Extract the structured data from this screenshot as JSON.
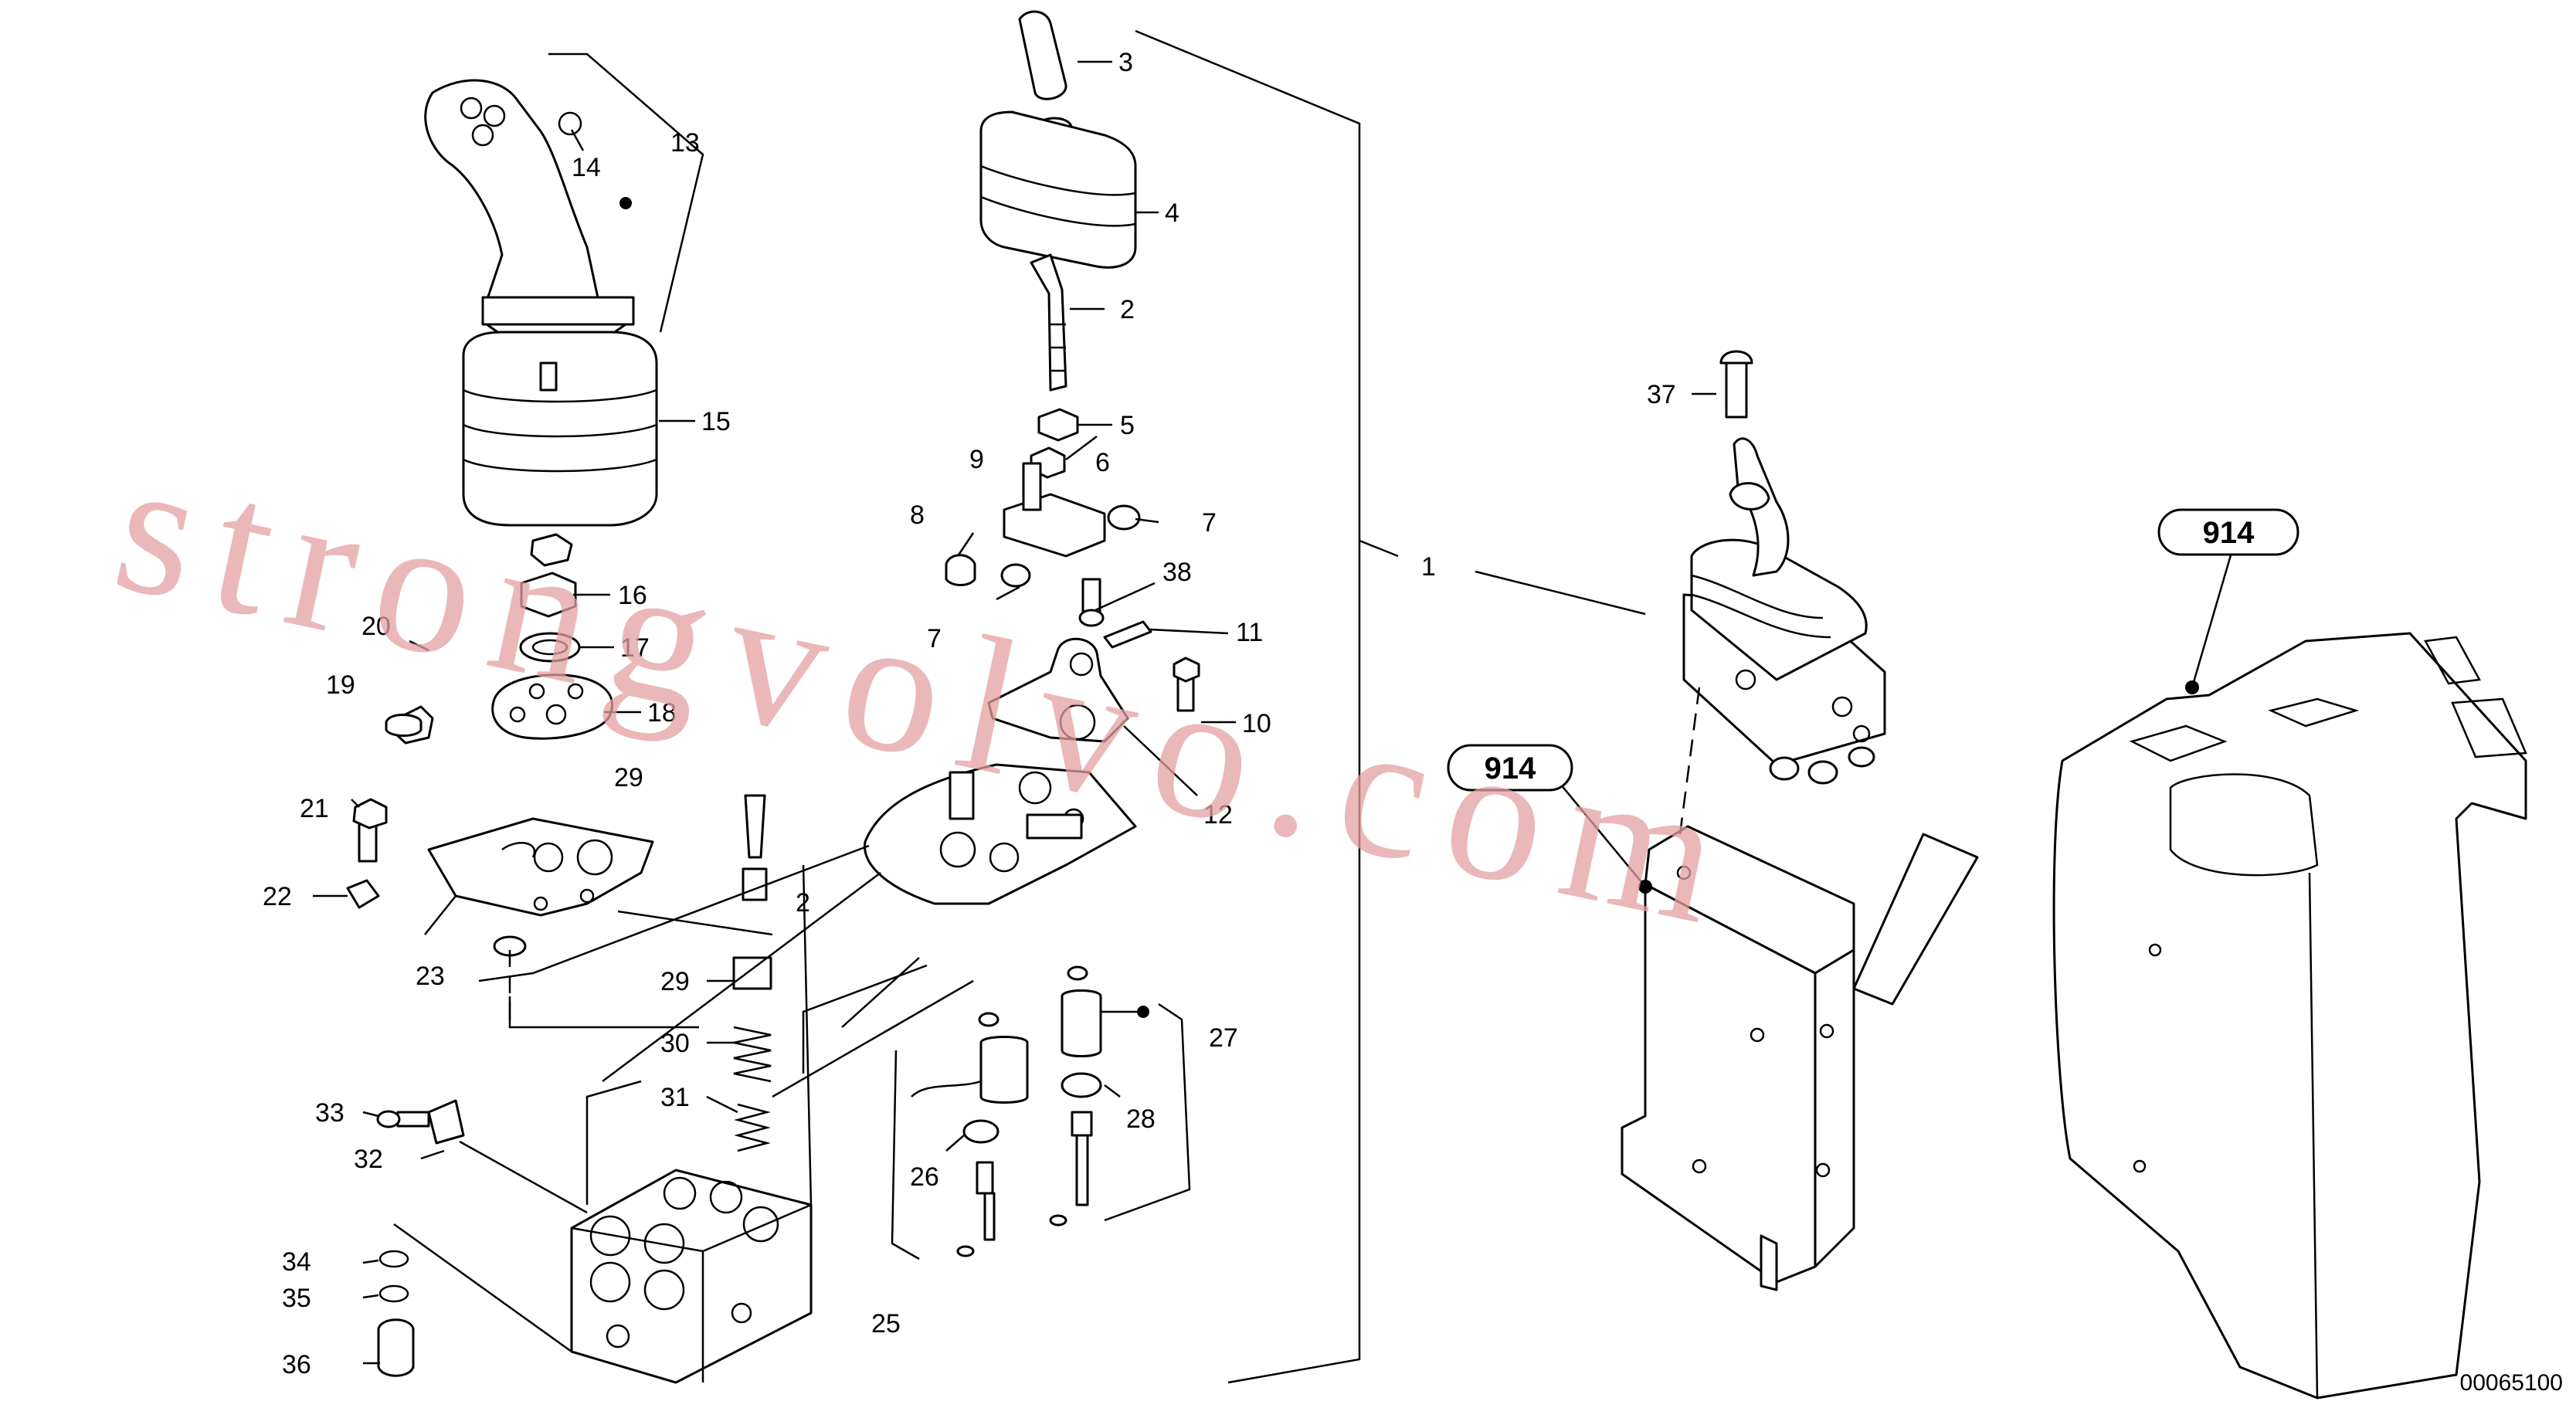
{
  "labels": {
    "l1": "1",
    "l2a": "2",
    "l2b": "2",
    "l3": "3",
    "l4": "4",
    "l5": "5",
    "l6": "6",
    "l7a": "7",
    "l7b": "7",
    "l8": "8",
    "l9": "9",
    "l10": "10",
    "l11": "11",
    "l12": "12",
    "l13": "13",
    "l14": "14",
    "l15": "15",
    "l16": "16",
    "l17": "17",
    "l18": "18",
    "l19": "19",
    "l20": "20",
    "l21": "21",
    "l22": "22",
    "l23": "23",
    "l25": "25",
    "l26": "26",
    "l27": "27",
    "l28": "28",
    "l29a": "29",
    "l29b": "29",
    "l30": "30",
    "l31": "31",
    "l32": "32",
    "l33": "33",
    "l34": "34",
    "l35": "35",
    "l36": "36",
    "l37": "37",
    "l38": "38"
  },
  "references": {
    "ref_a": "914",
    "ref_b": "914"
  },
  "drawing_number": "00065100",
  "watermark": "strongvolvo.com",
  "colors": {
    "watermark": "#e3a0a2",
    "ink": "#000000"
  }
}
